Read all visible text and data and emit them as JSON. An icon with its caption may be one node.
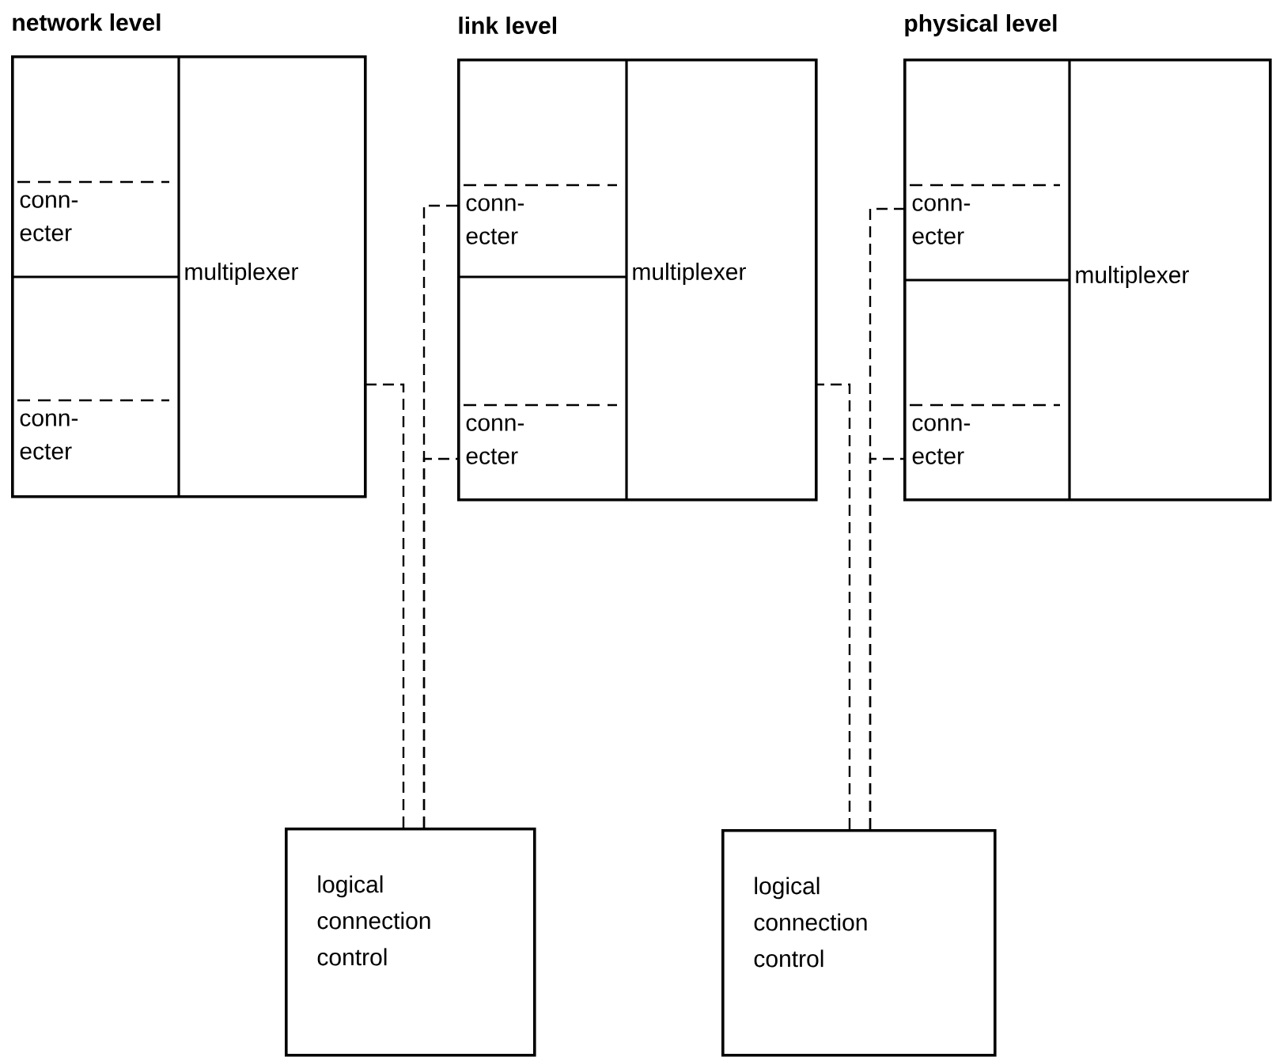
{
  "diagram": {
    "nodes": [
      {
        "text": [
          "network level"
        ]
      },
      {
        "text": [
          "conn- ecter"
        ],
        "in": 0
      },
      {
        "text": [
          "conn- ecter"
        ],
        "in": 0
      },
      {
        "text": [
          "multiplexer"
        ],
        "in": 0
      },
      {
        "text": [
          "link level"
        ]
      },
      {
        "text": [
          "conn- ecter"
        ],
        "in": 4
      },
      {
        "text": [
          "conn- ecter"
        ],
        "in": 4
      },
      {
        "text": [
          "multiplexer"
        ],
        "in": 4
      },
      {
        "text": [
          "physical level"
        ]
      },
      {
        "text": [
          "conn- ecter"
        ],
        "in": 8
      },
      {
        "text": [
          "conn- ecter"
        ],
        "in": 8
      },
      {
        "text": [
          "multiplexer"
        ],
        "in": 8
      },
      {
        "text": [
          "logical connection control"
        ]
      },
      {
        "text": [
          "logical connection control"
        ]
      }
    ],
    "edges": [
      {
        "from": 3,
        "to": 12,
        "arrow": "none",
        "style": "dashed"
      },
      {
        "from": 5,
        "to": 12,
        "arrow": "none",
        "style": "dashed"
      },
      {
        "from": 6,
        "to": 12,
        "arrow": "none",
        "style": "dashed"
      },
      {
        "from": 7,
        "to": 13,
        "arrow": "none",
        "style": "dashed"
      },
      {
        "from": 9,
        "to": 13,
        "arrow": "none",
        "style": "dashed"
      },
      {
        "from": 10,
        "to": 13,
        "arrow": "none",
        "style": "dashed"
      }
    ]
  }
}
